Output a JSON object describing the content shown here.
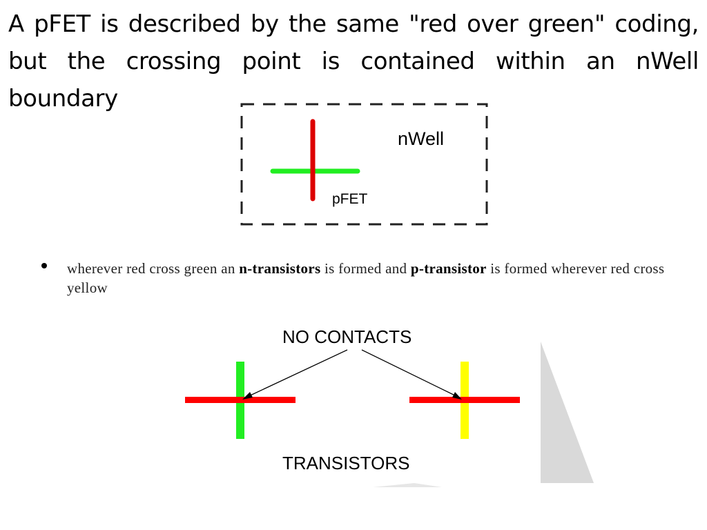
{
  "intro_text": "A pFET is described by the same \"red over green\" coding, but the crossing point is contained within an nWell boundary",
  "pfet_diagram": {
    "nwell_label": "nWell",
    "pfet_label": "pFET"
  },
  "bullet": {
    "part1": "wherever red cross green an ",
    "bold1": "n-transistors",
    "part2": " is formed and ",
    "bold2": "p-transistor",
    "part3": " is formed wherever red cross yellow"
  },
  "contacts_diagram": {
    "top_label": "NO CONTACTS",
    "bottom_label": "TRANSISTORS"
  },
  "colors": {
    "poly_red": "#dd0000",
    "diffusion_green": "#22ee22",
    "pdiff_yellow": "#ffff00",
    "boundary": "#222222",
    "watermark_gray": "#d9d9d9"
  }
}
